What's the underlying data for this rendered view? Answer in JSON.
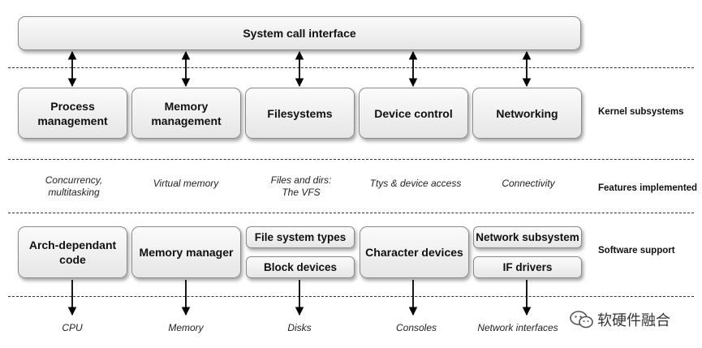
{
  "syscall": {
    "label": "System call interface"
  },
  "kernel": [
    {
      "label": "Process management",
      "lines": [
        "Process",
        "management"
      ]
    },
    {
      "label": "Memory management",
      "lines": [
        "Memory",
        "management"
      ]
    },
    {
      "label": "Filesystems"
    },
    {
      "label": "Device control"
    },
    {
      "label": "Networking"
    }
  ],
  "features": [
    {
      "lines": [
        "Concurrency,",
        "multitasking"
      ]
    },
    {
      "lines": [
        "Virtual memory"
      ]
    },
    {
      "lines": [
        "Files and dirs:",
        "The VFS"
      ]
    },
    {
      "lines": [
        "Ttys & device access"
      ]
    },
    {
      "lines": [
        "Connectivity"
      ]
    }
  ],
  "software": {
    "arch": {
      "lines": [
        "Arch-dependant",
        "code"
      ]
    },
    "memory_manager": "Memory manager",
    "fs_types": "File system types",
    "block_devices": "Block devices",
    "char_devices": "Character devices",
    "net_subsystem": "Network subsystem",
    "if_drivers": "IF drivers"
  },
  "hardware": [
    "CPU",
    "Memory",
    "Disks",
    "Consoles",
    "Network interfaces"
  ],
  "side_labels": {
    "kernel": "Kernel subsystems",
    "features": "Features implemented",
    "software": "Software support"
  },
  "watermark": "软硬件融合",
  "icons": {
    "watermark": "wechat-logo-icon"
  }
}
